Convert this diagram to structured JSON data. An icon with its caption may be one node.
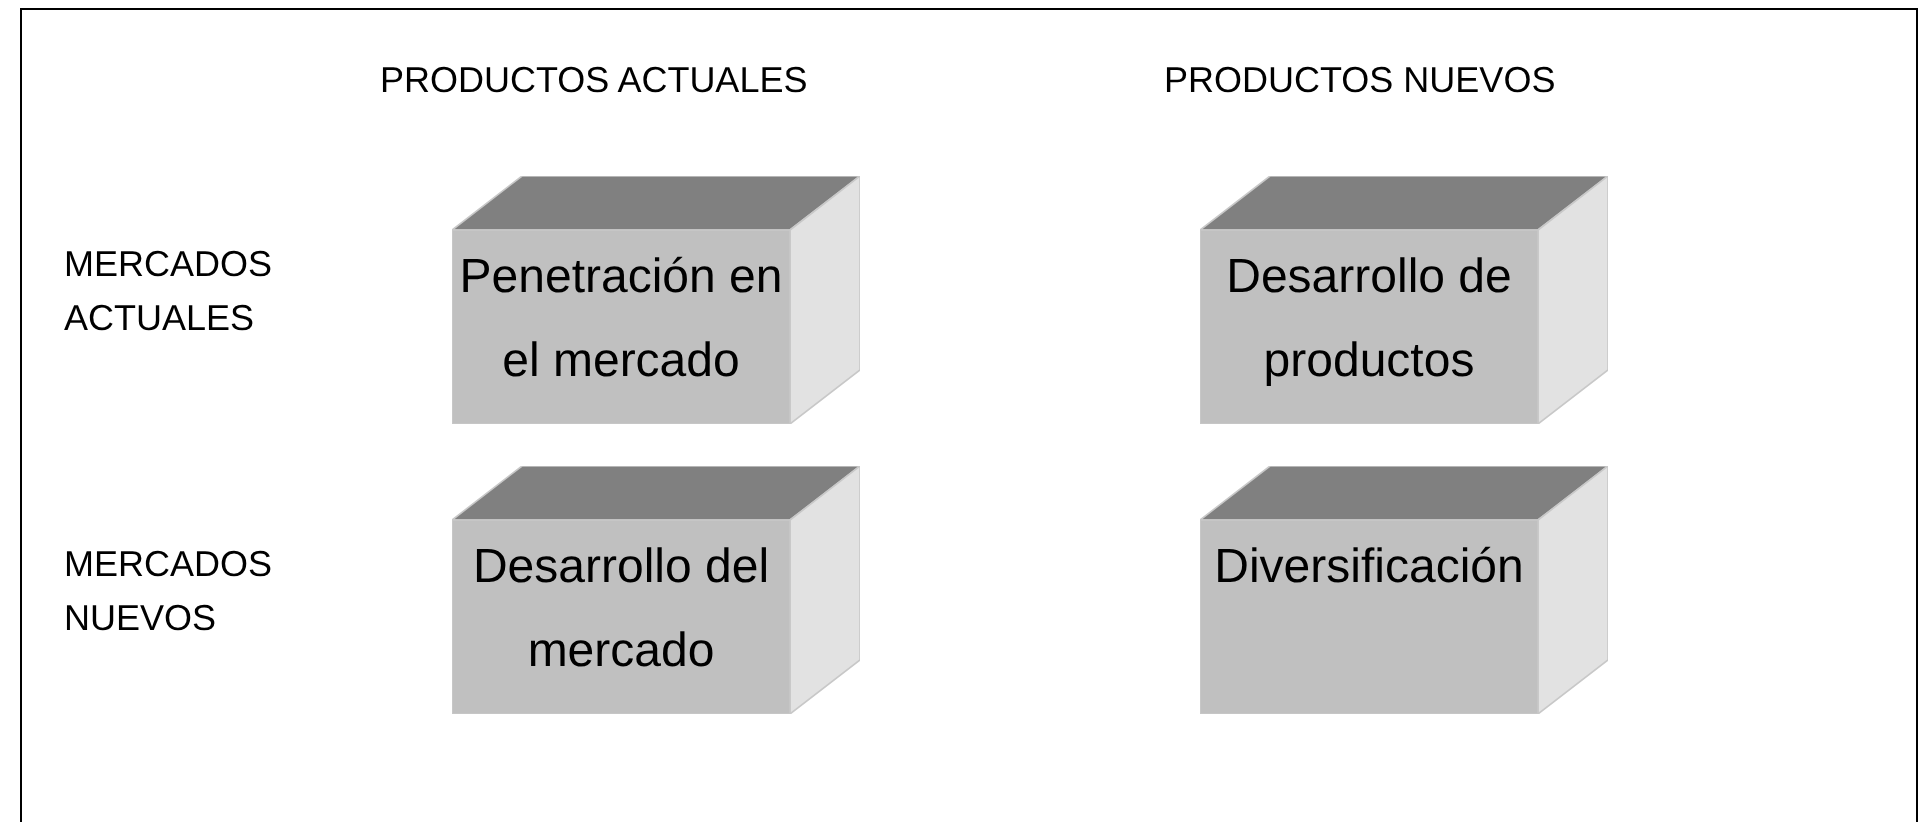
{
  "diagram": {
    "nodes": [
      {
        "text": [
          "Penetración en el mercado"
        ]
      },
      {
        "text": [
          "Desarrollo de productos"
        ]
      },
      {
        "text": [
          "Desarrollo del mercado"
        ]
      },
      {
        "text": [
          "Diversificación"
        ]
      }
    ],
    "labels": [
      "PRODUCTOS ACTUALES",
      "PRODUCTOS NUEVOS",
      "MERCADOS ACTUALES",
      "MERCADOS NUEVOS"
    ]
  }
}
